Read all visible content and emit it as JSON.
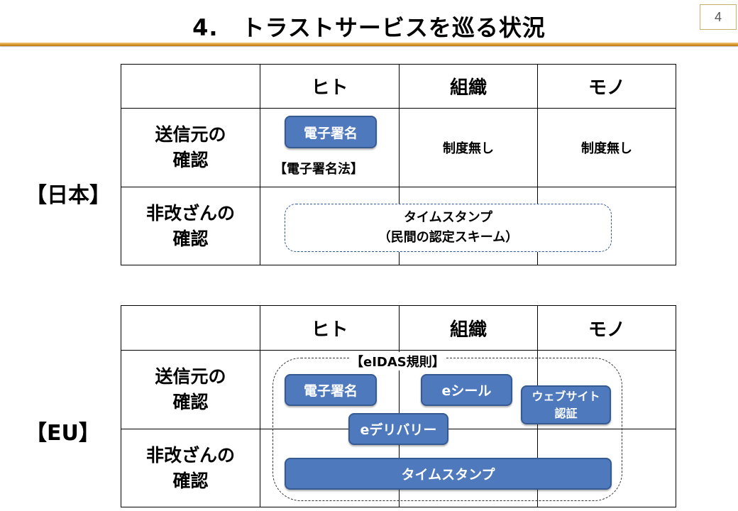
{
  "title": "4.　トラストサービスを巡る状況",
  "page_number": "4",
  "columns": [
    "ヒト",
    "組織",
    "モノ"
  ],
  "rows": {
    "sender": [
      "送信元の",
      "確認"
    ],
    "integrity": [
      "非改ざんの",
      "確認"
    ]
  },
  "japan": {
    "region_label": "【日本】",
    "esign_button": "電子署名",
    "esign_law": "【電子署名法】",
    "org_cell": "制度無し",
    "thing_cell": "制度無し",
    "timestamp": [
      "タイムスタンプ",
      "（民間の認定スキーム）"
    ]
  },
  "eu": {
    "region_label": "【EU】",
    "regulation": "【eIDAS規則】",
    "esign_button": "電子署名",
    "eseal_button": "eシール",
    "website_auth": [
      "ウェブサイト",
      "認証"
    ],
    "edelivery_button": "eデリバリー",
    "timestamp_button": "タイムスタンプ"
  },
  "colors": {
    "button_fill": "#4f79bd",
    "button_border": "#365a92",
    "title_rule": "#d08c22",
    "dashed_border": "#2f5597"
  }
}
